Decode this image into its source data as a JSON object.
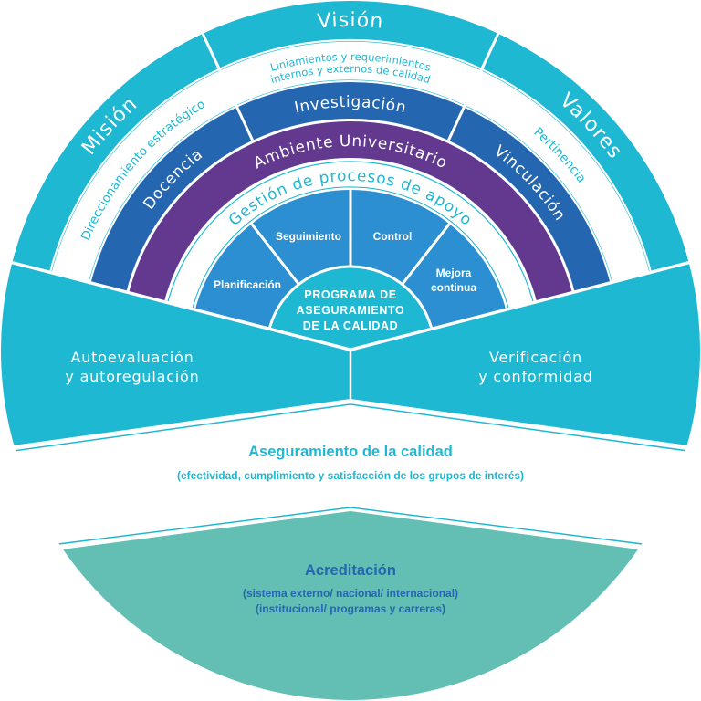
{
  "colors": {
    "cyan": "#1fb8d3",
    "dark_blue": "#2566b0",
    "purple": "#62398f",
    "segment_blue": "#2b8fd1",
    "teal": "#63bfb3",
    "white": "#ffffff",
    "acreditacion_text": "#2566b0"
  },
  "outer_ring": {
    "mision": "Misión",
    "vision": "Visión",
    "valores": "Valores"
  },
  "second_ring": {
    "left": "Direccionamiento estratégico",
    "center_line1": "Liniamientos y requerimientos",
    "center_line2": "internos y externos de calidad",
    "right": "Pertinencia"
  },
  "third_ring": {
    "left": "Docencia",
    "center": "Investigación",
    "right": "Vinculación"
  },
  "fourth_ring": {
    "label": "Ambiente Universitario"
  },
  "fifth_ring": {
    "label": "Gestión de procesos de apoyo"
  },
  "segments": {
    "planificacion": "Planificación",
    "seguimiento": "Seguimiento",
    "control": "Control",
    "mejora_line1": "Mejora",
    "mejora_line2": "continua"
  },
  "center": {
    "line1": "PROGRAMA DE",
    "line2": "ASEGURAMIENTO",
    "line3": "DE LA CALIDAD"
  },
  "middle_band": {
    "left_line1": "Autoevaluación",
    "left_line2": "y autoregulación",
    "right_line1": "Verificación",
    "right_line2": "y conformidad"
  },
  "aseguramiento": {
    "title": "Aseguramiento de la calidad",
    "subtitle": "(efectividad, cumplimiento y satisfacción de los grupos de interés)"
  },
  "acreditacion": {
    "title": "Acreditación",
    "line1": "(sistema externo/ nacional/ internacional)",
    "line2": "(institucional/ programas y carreras)"
  }
}
